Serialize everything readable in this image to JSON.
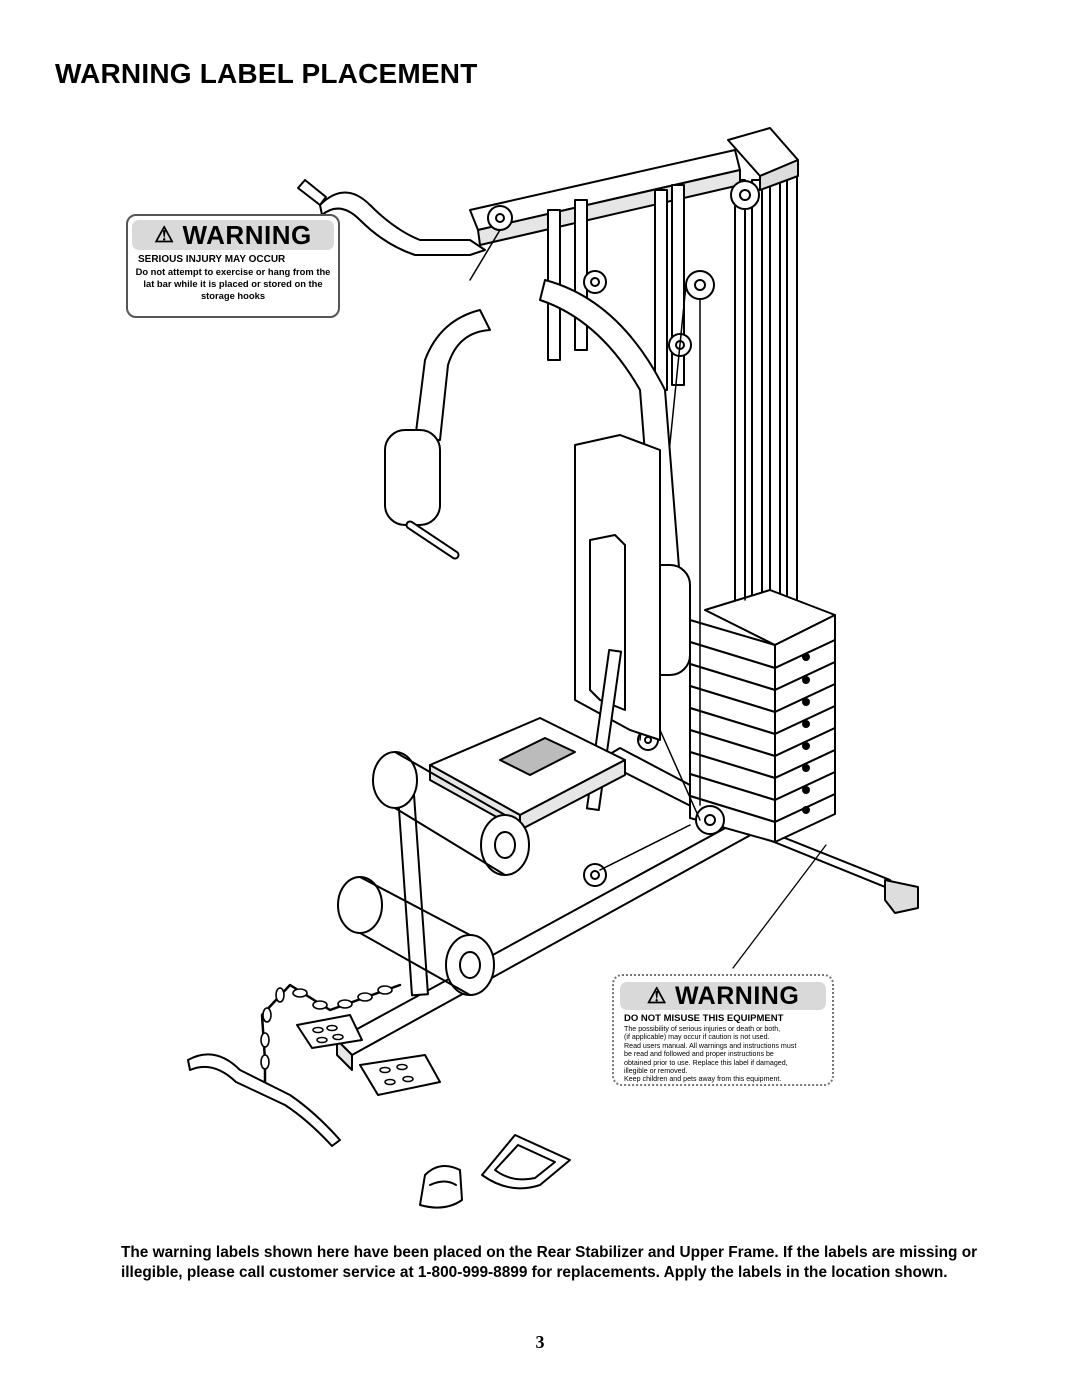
{
  "page": {
    "title": "WARNING LABEL PLACEMENT",
    "caption": "The warning labels shown here have been placed on the Rear Stabilizer and Upper Frame.  If the labels are missing or illegible, please call customer service at 1-800-999-8899 for replacements.  Apply the labels in the location shown.",
    "page_number": "3"
  },
  "labels": [
    {
      "banner": "WARNING",
      "heading": "SERIOUS INJURY MAY OCCUR",
      "body": "Do not attempt to exercise or hang from the lat bar while it is placed or stored on the storage hooks"
    },
    {
      "banner": "WARNING",
      "heading": "DO NOT MISUSE THIS EQUIPMENT",
      "lines": [
        "The possibility of serious injuries or death or both,",
        "(if applicable) may occur if caution is not used.",
        "Read users manual. All warnings and instructions must",
        "be read and followed and proper instructions be",
        "obtained prior to use. Replace this label if damaged,",
        "illegible or removed.",
        "Keep children and pets away from this equipment."
      ]
    }
  ],
  "icons": {
    "warning": "warning-triangle-icon"
  }
}
